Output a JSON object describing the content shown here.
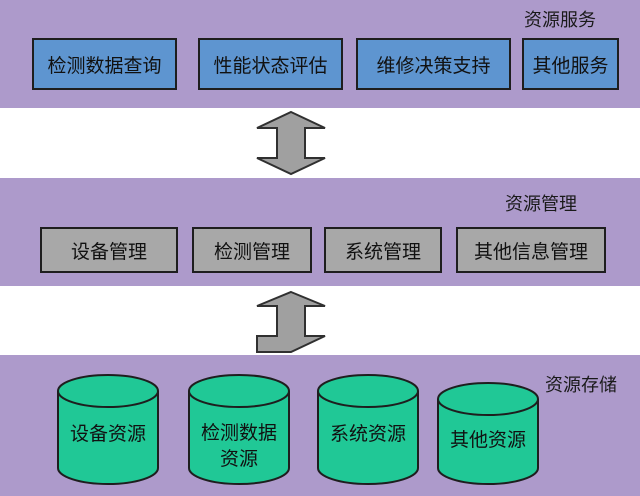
{
  "services": {
    "title": "资源服务",
    "items": [
      "检测数据查询",
      "性能状态评估",
      "维修决策支持",
      "其他服务"
    ]
  },
  "management": {
    "title": "资源管理",
    "items": [
      "设备管理",
      "检测管理",
      "系统管理",
      "其他信息管理"
    ]
  },
  "storage": {
    "title": "资源存储",
    "items": [
      {
        "line1": "设备资源",
        "line2": ""
      },
      {
        "line1": "检测数据",
        "line2": "资源"
      },
      {
        "line1": "系统资源",
        "line2": ""
      },
      {
        "line1": "其他资源",
        "line2": ""
      }
    ]
  },
  "colors": {
    "layer": "#ad9acb",
    "service_box": "#5e95d0",
    "management_box": "#a8a8a8",
    "cylinder": "#20c896",
    "arrow": "#a0a0a0"
  }
}
